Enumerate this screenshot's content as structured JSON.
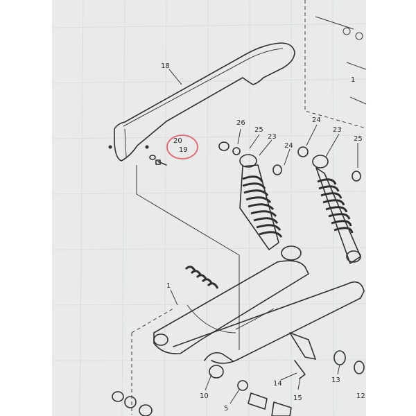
{
  "labels": {
    "l18": "18",
    "l20": "20",
    "l19": "19",
    "l26": "26",
    "l25a": "25",
    "l23a": "23",
    "l24a": "24",
    "l24b": "24",
    "l23b": "23",
    "l25b": "25",
    "l1a": "1",
    "l1b": "1",
    "l10": "10",
    "l5": "5",
    "l14": "14",
    "l15": "15",
    "l13": "13",
    "l12": "12"
  },
  "colors": {
    "paper": "#e9eaea",
    "ink": "#2e2e2e",
    "highlight_circle": "#e8636e"
  }
}
